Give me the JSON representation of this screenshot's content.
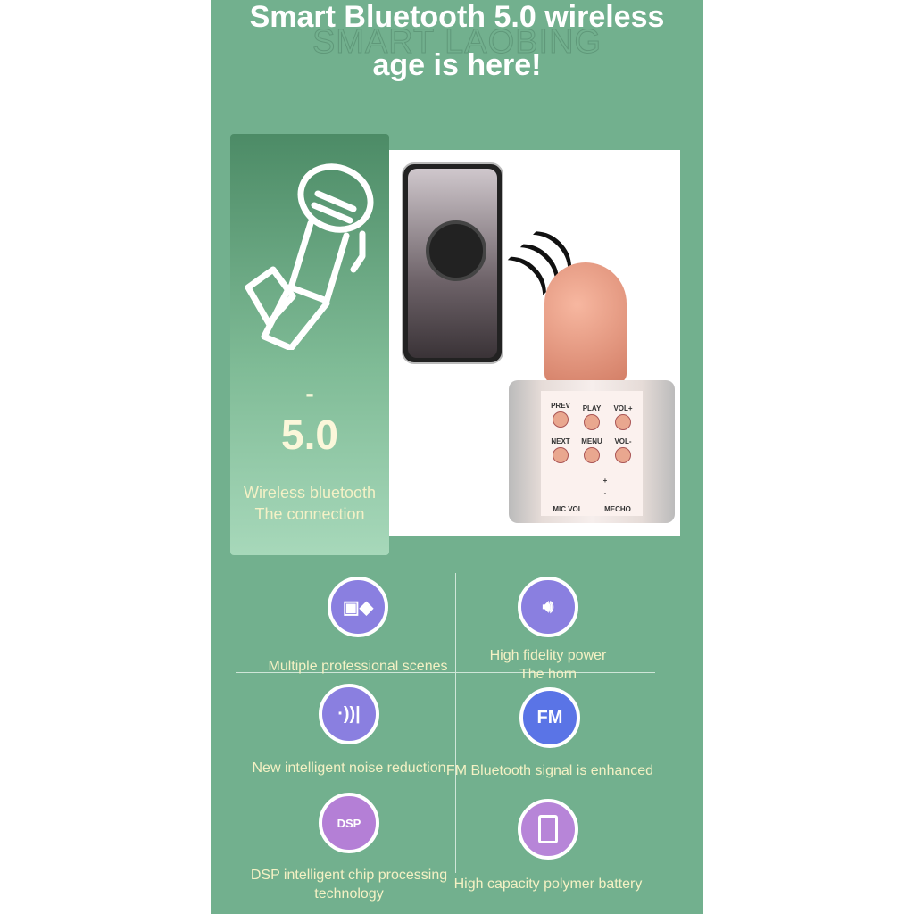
{
  "header": {
    "title_line1": "Smart Bluetooth 5.0 wireless",
    "title_line2": "age  is here!",
    "watermark": "SMART LAOBING"
  },
  "left_panel": {
    "dash": "-",
    "version": "5.0",
    "caption_line1": "Wireless bluetooth",
    "caption_line2": "The connection"
  },
  "device": {
    "buttons": [
      "PREV",
      "PLAY",
      "VOL+",
      "NEXT",
      "MENU",
      "VOL-"
    ],
    "sliders": [
      "MIC VOL",
      "MECHO"
    ],
    "plus": "+",
    "minus": "-"
  },
  "features": [
    {
      "icon": "apps-grid-icon",
      "label": "Multiple professional scenes",
      "color": "#8a7fe0"
    },
    {
      "icon": "speaker-icon",
      "label": "High fidelity power",
      "label2": "The horn",
      "color": "#8a7fe0"
    },
    {
      "icon": "noise-reduction-icon",
      "label": "New intelligent noise reduction",
      "color": "#8a7fe0"
    },
    {
      "icon": "fm-chip-icon",
      "label": "FM Bluetooth signal is enhanced",
      "color": "#5a74e6",
      "glyph": "FM"
    },
    {
      "icon": "dsp-chip-icon",
      "label": "DSP intelligent chip processing",
      "label2": "technology",
      "color": "#b47fd6",
      "glyph": "DSP"
    },
    {
      "icon": "battery-icon",
      "label": "High capacity polymer battery",
      "color": "#b785d8"
    }
  ]
}
